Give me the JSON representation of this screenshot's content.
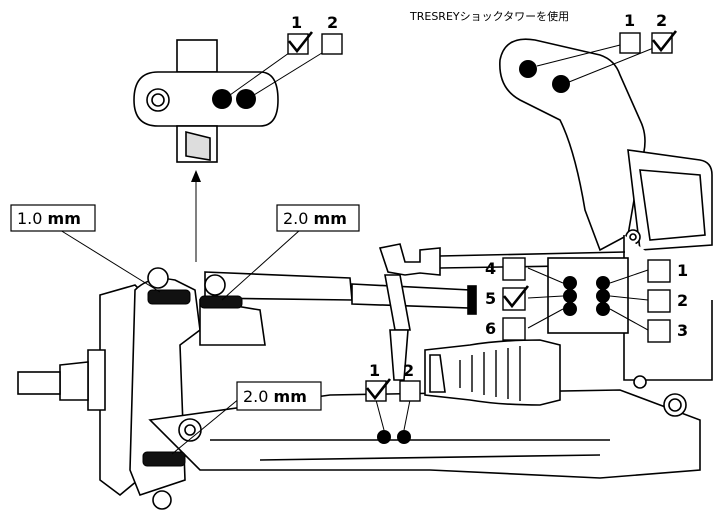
{
  "header": {
    "tower_note": "TRESREYショックタワーを使用"
  },
  "top_insert": {
    "option_1": "1",
    "option_2": "2",
    "selected": "1"
  },
  "shock_tower": {
    "option_1": "1",
    "option_2": "2",
    "selected": "2"
  },
  "spacers": {
    "upper_left": {
      "value": "1.0",
      "unit": "mm"
    },
    "upper_right": {
      "value": "2.0",
      "unit": "mm"
    },
    "lower": {
      "value": "2.0",
      "unit": "mm"
    }
  },
  "arm_holes": {
    "option_1": "1",
    "option_2": "2",
    "selected": "1"
  },
  "left_column": {
    "items": [
      "4",
      "5",
      "6"
    ],
    "selected": "5"
  },
  "right_column": {
    "items": [
      "1",
      "2",
      "3"
    ]
  },
  "colors": {
    "line": "#000000",
    "part": "#ffffff",
    "dark": "#111111"
  }
}
